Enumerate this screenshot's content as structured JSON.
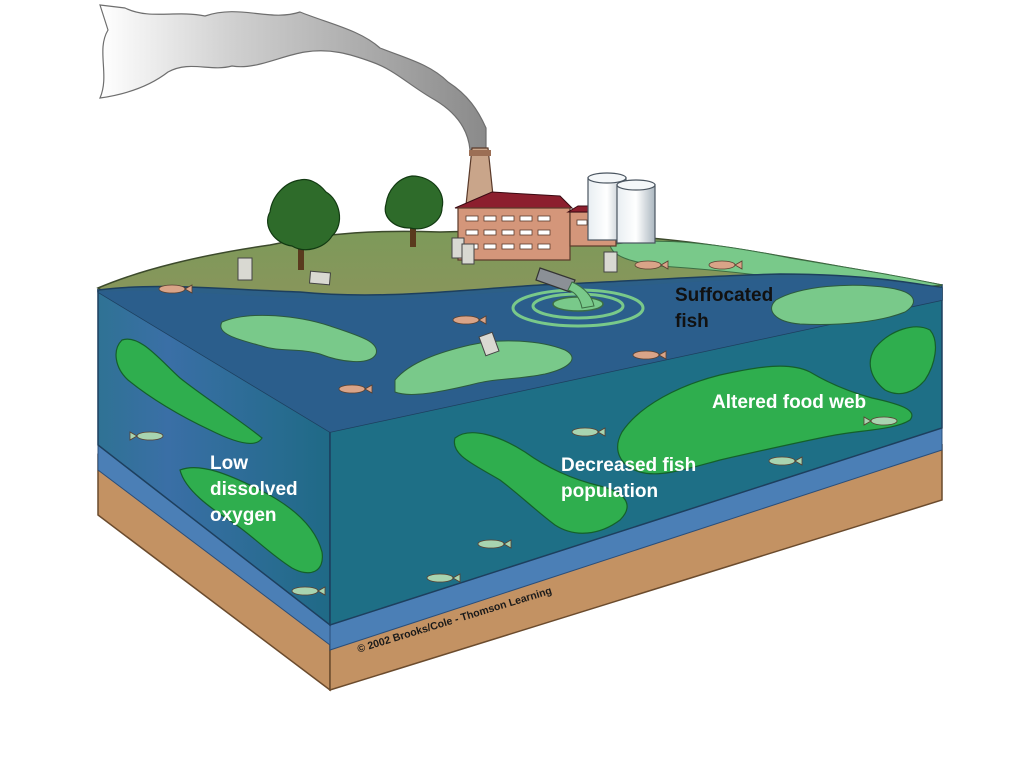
{
  "labels": {
    "suffocated_fish": "Suffocated\nfish",
    "altered_food_web": "Altered food web",
    "decreased_fish_population": "Decreased fish\npopulation",
    "low_dissolved_oxygen": "Low\ndissolved\noxygen"
  },
  "credit": "© 2002 Brooks/Cole - Thomson Learning",
  "colors": {
    "water_surface": "#2c5f87",
    "water_side": "#3e7fa3",
    "algae": "#2fae4e",
    "algae_light": "#79c98a",
    "land": "#8c8a55",
    "sediment": "#c39263",
    "smoke": "#9a9a9a"
  }
}
